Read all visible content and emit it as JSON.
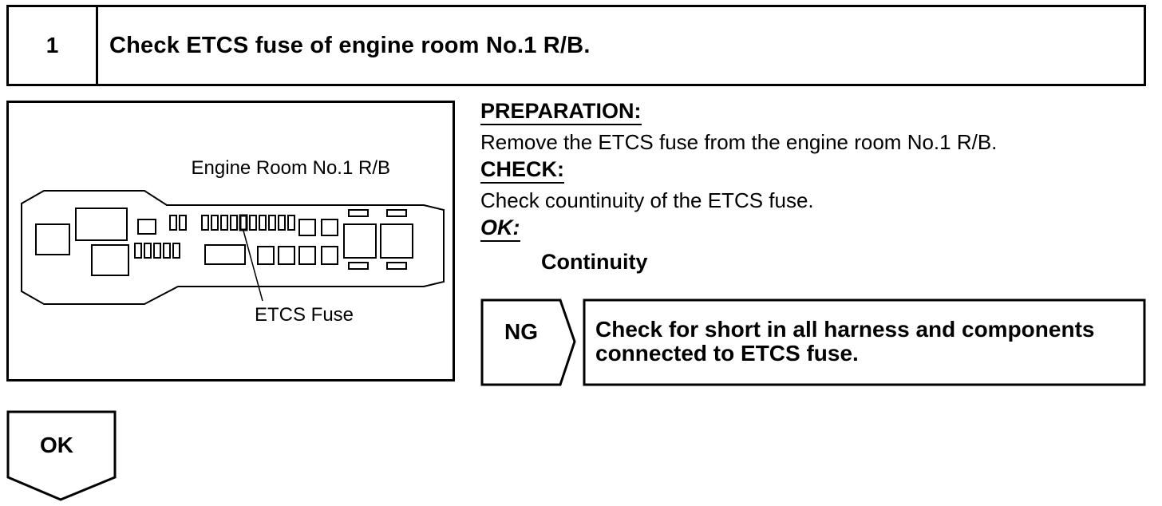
{
  "step": {
    "number": "1",
    "title": "Check ETCS fuse of engine room No.1 R/B."
  },
  "diagram": {
    "title": "Engine Room No.1 R/B",
    "fuse_label": "ETCS Fuse"
  },
  "instructions": {
    "preparation_heading": "PREPARATION:",
    "preparation_text": "Remove the ETCS fuse from the engine room No.1 R/B.",
    "check_heading": "CHECK:",
    "check_text": "Check countinuity of the ETCS fuse.",
    "ok_heading": "OK:",
    "ok_text": "Continuity"
  },
  "ng_branch": {
    "label": "NG",
    "action_line1": "Check for short in all harness and components",
    "action_line2": "connected to ETCS fuse."
  },
  "ok_branch": {
    "label": "OK"
  }
}
